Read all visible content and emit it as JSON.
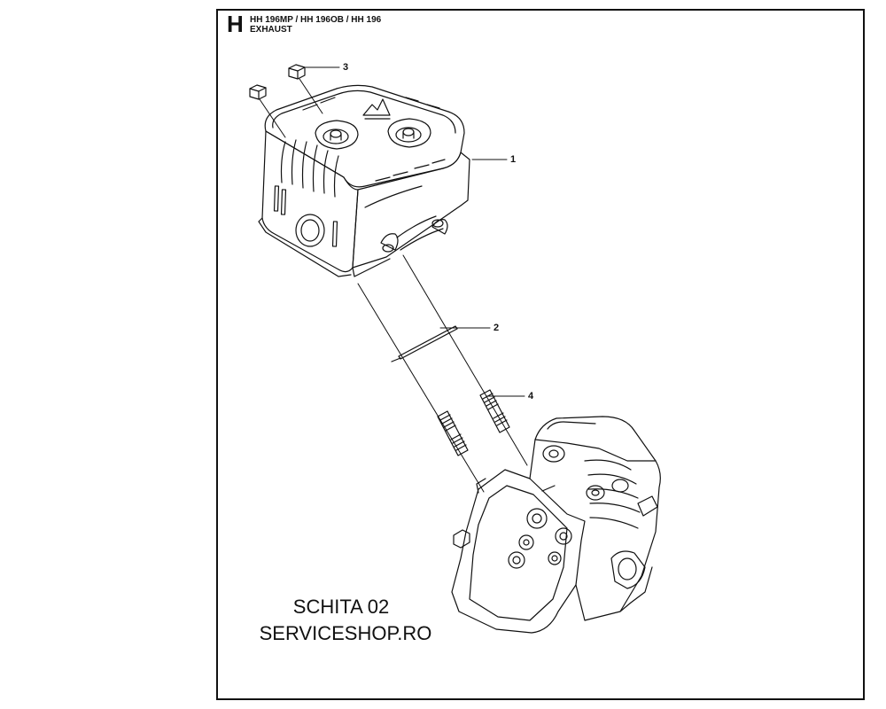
{
  "header": {
    "section_letter": "H",
    "models": "HH 196MP / HH 196OB / HH 196",
    "section": "EXHAUST"
  },
  "callouts": {
    "c1": "1",
    "c2": "2",
    "c3": "3",
    "c4": "4"
  },
  "footer": {
    "line1": "SCHITA 02",
    "line2": "SERVICESHOP.RO"
  },
  "colors": {
    "line": "#111111",
    "background": "#ffffff"
  }
}
